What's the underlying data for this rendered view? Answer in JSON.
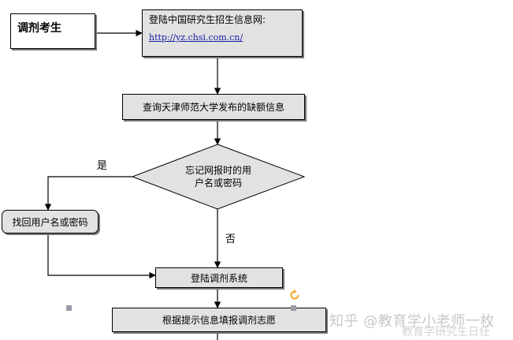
{
  "nodes": {
    "start": "调剂考生",
    "login_title": "登陆中国研究生招生信息网:",
    "login_url": "http://yz.chsi.com.cn/",
    "query": "查询天津师范大学发布的缺额信息",
    "decision_line1": "忘记网报时的用",
    "decision_line2": "户名或密码",
    "recover": "找回用户名或密码",
    "system_login": "登陆调剂系统",
    "fill": "根据提示信息填报调剂志愿"
  },
  "edges": {
    "yes": "是",
    "no": "否"
  },
  "watermark": {
    "line1": "知乎 @教育学小老师一枚",
    "line2": "教育学研究生日任"
  },
  "colors": {
    "box_fill": "#e2e2e2",
    "link": "#1a1aa6",
    "handle": "#f5a623"
  }
}
